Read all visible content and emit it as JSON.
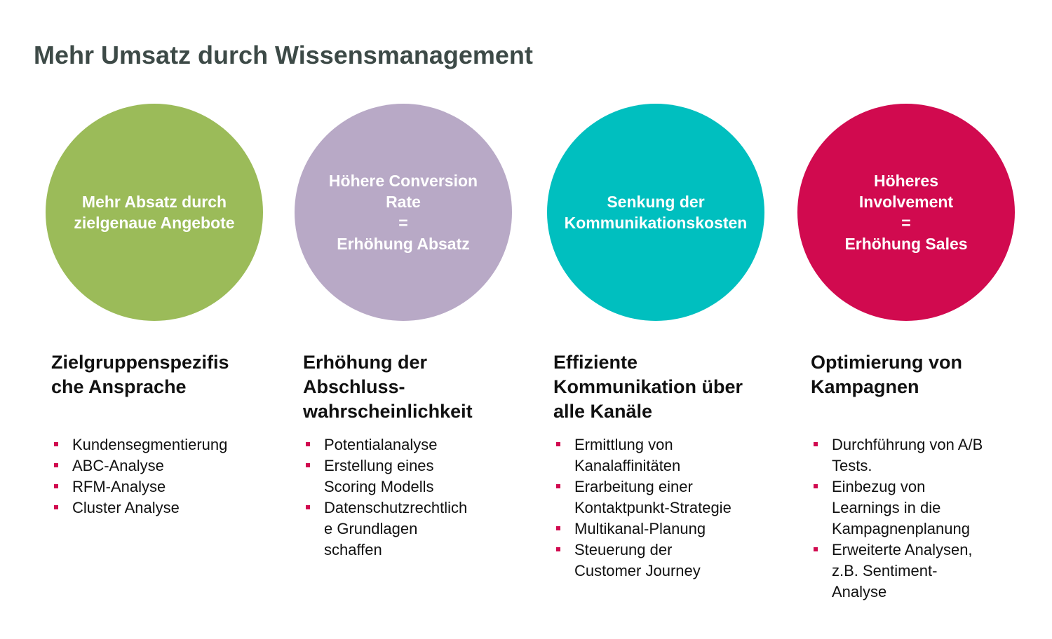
{
  "title": "Mehr Umsatz durch Wissensmanagement",
  "colors": {
    "title": "#3d4a47",
    "bullet_marker": "#d10a4f"
  },
  "columns": [
    {
      "circle_color": "#9bbb59",
      "circle_lines": [
        "Mehr Absatz durch",
        "zielgenaue Angebote"
      ],
      "heading_lines": [
        "Zielgruppenspezifis",
        "che Ansprache"
      ],
      "bullets": [
        {
          "lines": [
            "Kundensegmentierung"
          ]
        },
        {
          "lines": [
            "ABC-Analyse"
          ]
        },
        {
          "lines": [
            "RFM-Analyse"
          ]
        },
        {
          "lines": [
            "Cluster Analyse"
          ]
        }
      ]
    },
    {
      "circle_color": "#b8a9c6",
      "circle_lines": [
        "Höhere Conversion",
        "Rate",
        "=",
        "Erhöhung Absatz"
      ],
      "heading_lines": [
        "Erhöhung der",
        "Abschluss-",
        "wahrscheinlichkeit"
      ],
      "bullets": [
        {
          "lines": [
            "Potentialanalyse"
          ]
        },
        {
          "lines": [
            "Erstellung eines",
            "Scoring Modells"
          ]
        },
        {
          "lines": [
            "Datenschutzrechtlich",
            "e Grundlagen",
            "schaffen"
          ]
        }
      ]
    },
    {
      "circle_color": "#00bfbf",
      "circle_lines": [
        "Senkung der",
        "Kommunikationskosten"
      ],
      "heading_lines": [
        "Effiziente",
        "Kommunikation über",
        "alle Kanäle"
      ],
      "bullets": [
        {
          "lines": [
            "Ermittlung von",
            "Kanalaffinitäten"
          ]
        },
        {
          "lines": [
            "Erarbeitung einer",
            "Kontaktpunkt-Strategie"
          ]
        },
        {
          "lines": [
            "Multikanal-Planung"
          ]
        },
        {
          "lines": [
            "Steuerung der",
            "Customer Journey"
          ]
        }
      ]
    },
    {
      "circle_color": "#d10a4f",
      "circle_lines": [
        "Höheres",
        "Involvement",
        "=",
        "Erhöhung Sales"
      ],
      "heading_lines": [
        "Optimierung von",
        "Kampagnen"
      ],
      "bullets": [
        {
          "lines": [
            "Durchführung von A/B",
            "Tests."
          ]
        },
        {
          "lines": [
            "Einbezug von",
            "Learnings in die",
            "Kampagnenplanung"
          ]
        },
        {
          "lines": [
            "Erweiterte Analysen,",
            "z.B. Sentiment-",
            "Analyse"
          ]
        }
      ]
    }
  ]
}
